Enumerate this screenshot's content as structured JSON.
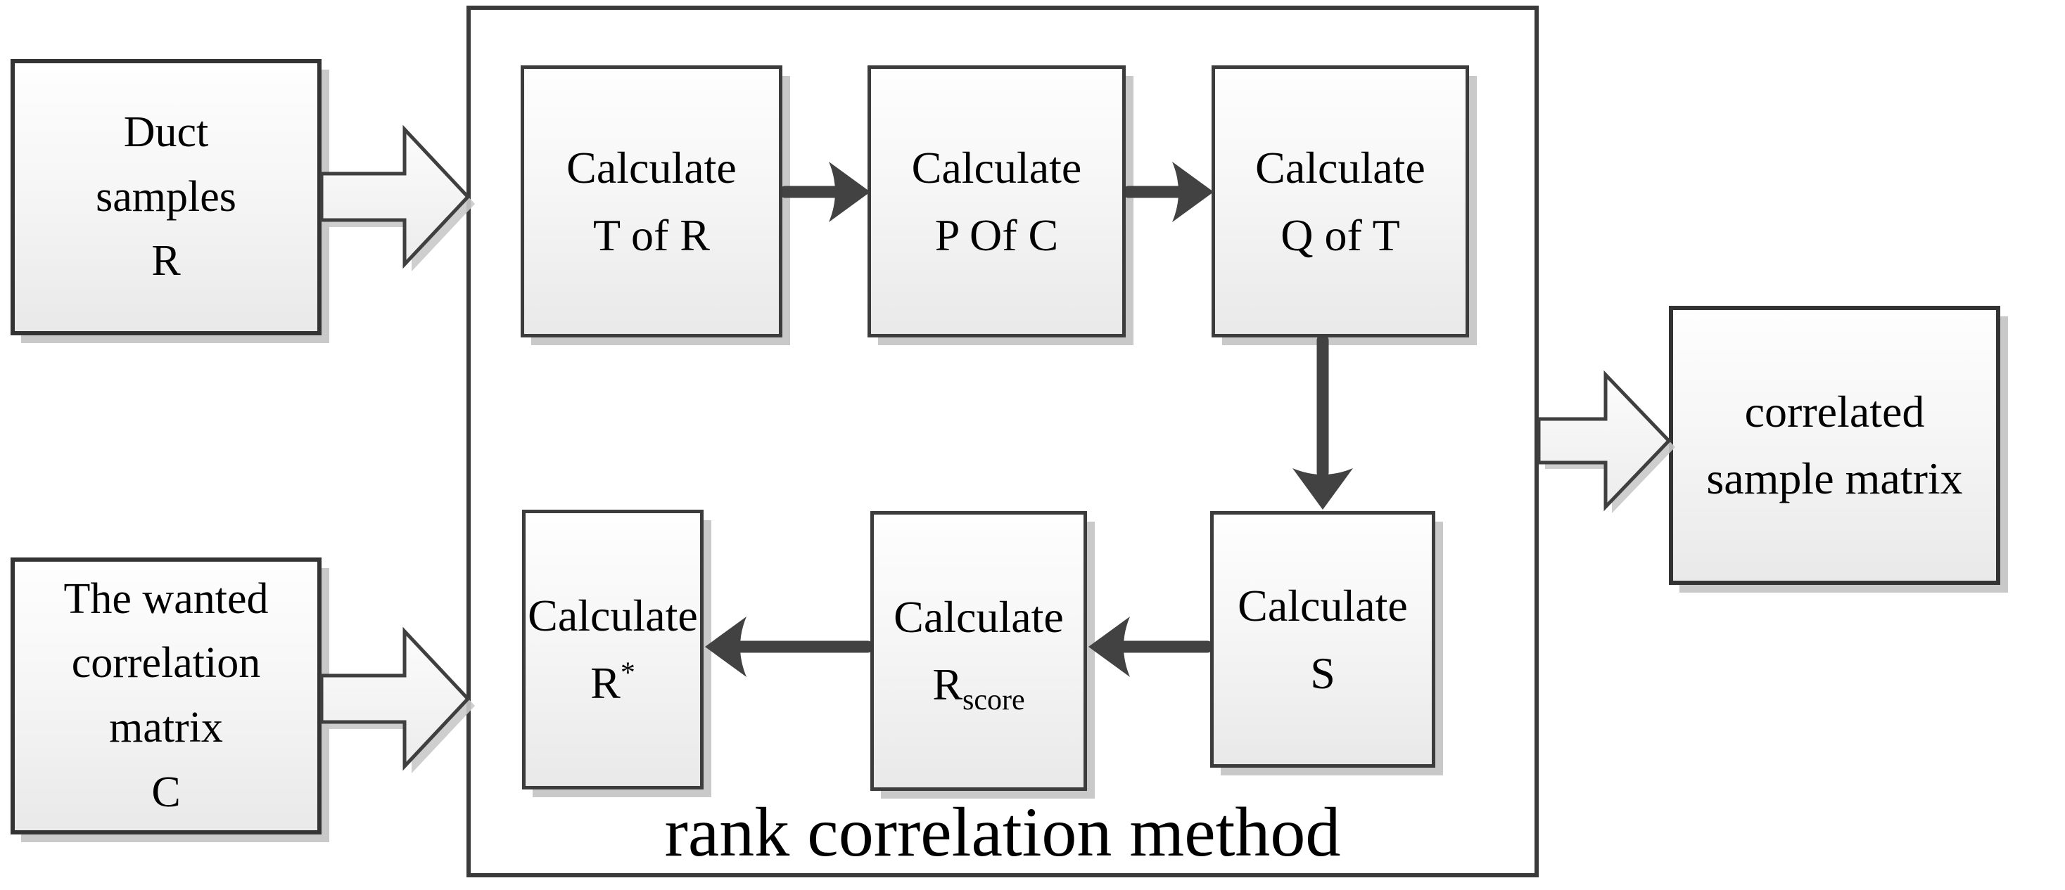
{
  "container_label": "rank correlation method",
  "boxes": {
    "duct": {
      "lines": [
        "Duct",
        "samples",
        "R"
      ]
    },
    "wanted": {
      "lines": [
        "The wanted",
        "correlation",
        "matrix",
        "C"
      ]
    },
    "calc_t": {
      "line1": "Calculate",
      "line2": "T of R"
    },
    "calc_p": {
      "line1": "Calculate",
      "line2": "P Of C"
    },
    "calc_q": {
      "line1": "Calculate",
      "line2": "Q of T"
    },
    "calc_rstar": {
      "line1": "Calculate",
      "base": "R",
      "sup": "*"
    },
    "calc_rscore": {
      "line1": "Calculate",
      "base": "R",
      "sub": "score"
    },
    "calc_s": {
      "line1": "Calculate",
      "line2": "S"
    },
    "output": {
      "lines": [
        "correlated",
        "sample matrix"
      ]
    }
  },
  "connections": [
    {
      "from": "Duct samples R",
      "to": "rank correlation method",
      "style": "hollow-block-arrow"
    },
    {
      "from": "The wanted correlation matrix C",
      "to": "rank correlation method",
      "style": "hollow-block-arrow"
    },
    {
      "from": "Calculate T of R",
      "to": "Calculate P Of C",
      "style": "solid-arrow"
    },
    {
      "from": "Calculate P Of C",
      "to": "Calculate Q of T",
      "style": "solid-arrow"
    },
    {
      "from": "Calculate Q of T",
      "to": "Calculate S",
      "style": "solid-arrow"
    },
    {
      "from": "Calculate S",
      "to": "Calculate Rscore",
      "style": "solid-arrow"
    },
    {
      "from": "Calculate Rscore",
      "to": "Calculate R*",
      "style": "solid-arrow"
    },
    {
      "from": "rank correlation method",
      "to": "correlated sample matrix",
      "style": "hollow-block-arrow"
    }
  ],
  "colors": {
    "box_border": "#3a3a3a",
    "solid_arrow": "#424242",
    "shadow": "#c9c9c9",
    "box_fill_top": "#fefefe",
    "box_fill_bottom": "#e9e9e9"
  }
}
